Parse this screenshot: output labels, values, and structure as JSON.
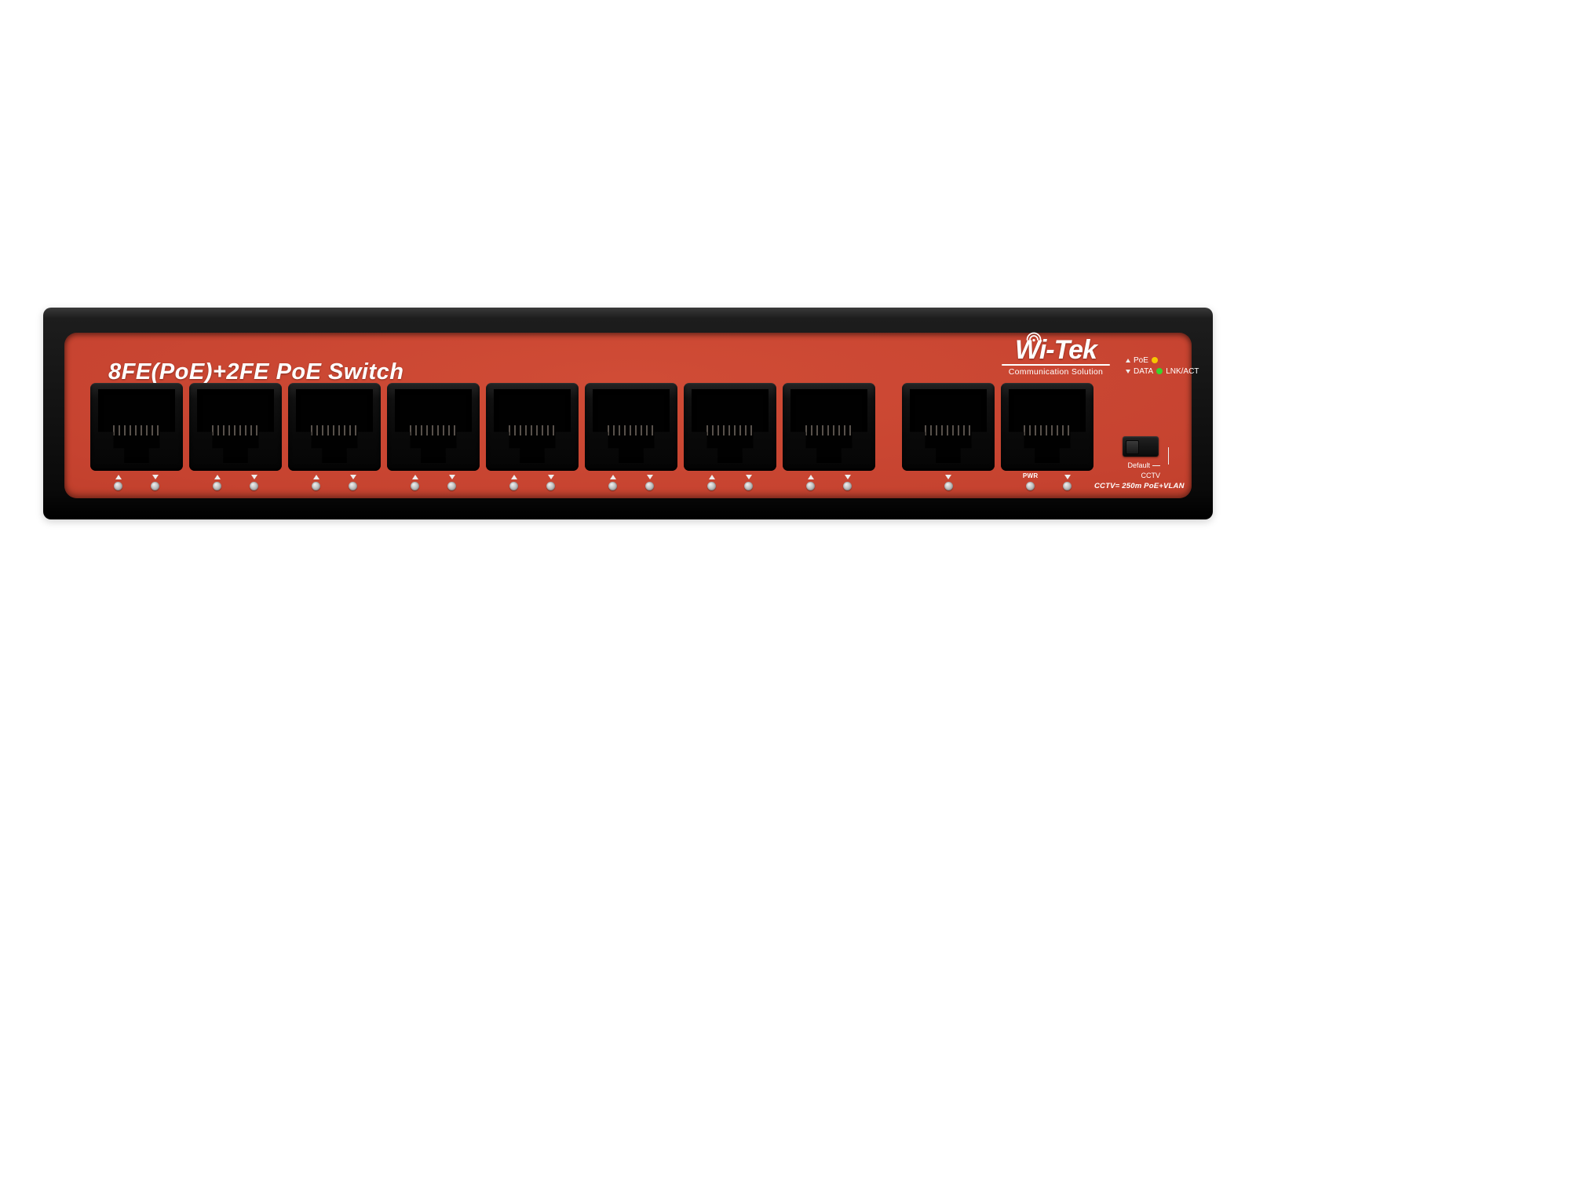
{
  "device": {
    "faceplate_title": "8FE(PoE)+2FE PoE Switch",
    "logo": {
      "wordmark": "Wi-Tek",
      "tagline": "Communication Solution"
    },
    "legend": {
      "poe": {
        "symbol": "▲",
        "label": "PoE",
        "dot_color": "#f6c700"
      },
      "data": {
        "symbol": "▼",
        "label": "DATA",
        "dot_color": "#39d42e",
        "suffix": "LNK/ACT"
      }
    },
    "ports": {
      "poe_port_count": 8,
      "uplink_port_count": 2
    },
    "port_leds": {
      "pwr_label": "PWR"
    },
    "cctv_note": "CCTV= 250m PoE+VLAN",
    "mode_switch": {
      "top_label": "Default",
      "bottom_label": "CCTV"
    },
    "colors": {
      "faceplate_red": "#c64330",
      "chassis_black": "#131313",
      "led_off_gray": "#bababa"
    }
  }
}
